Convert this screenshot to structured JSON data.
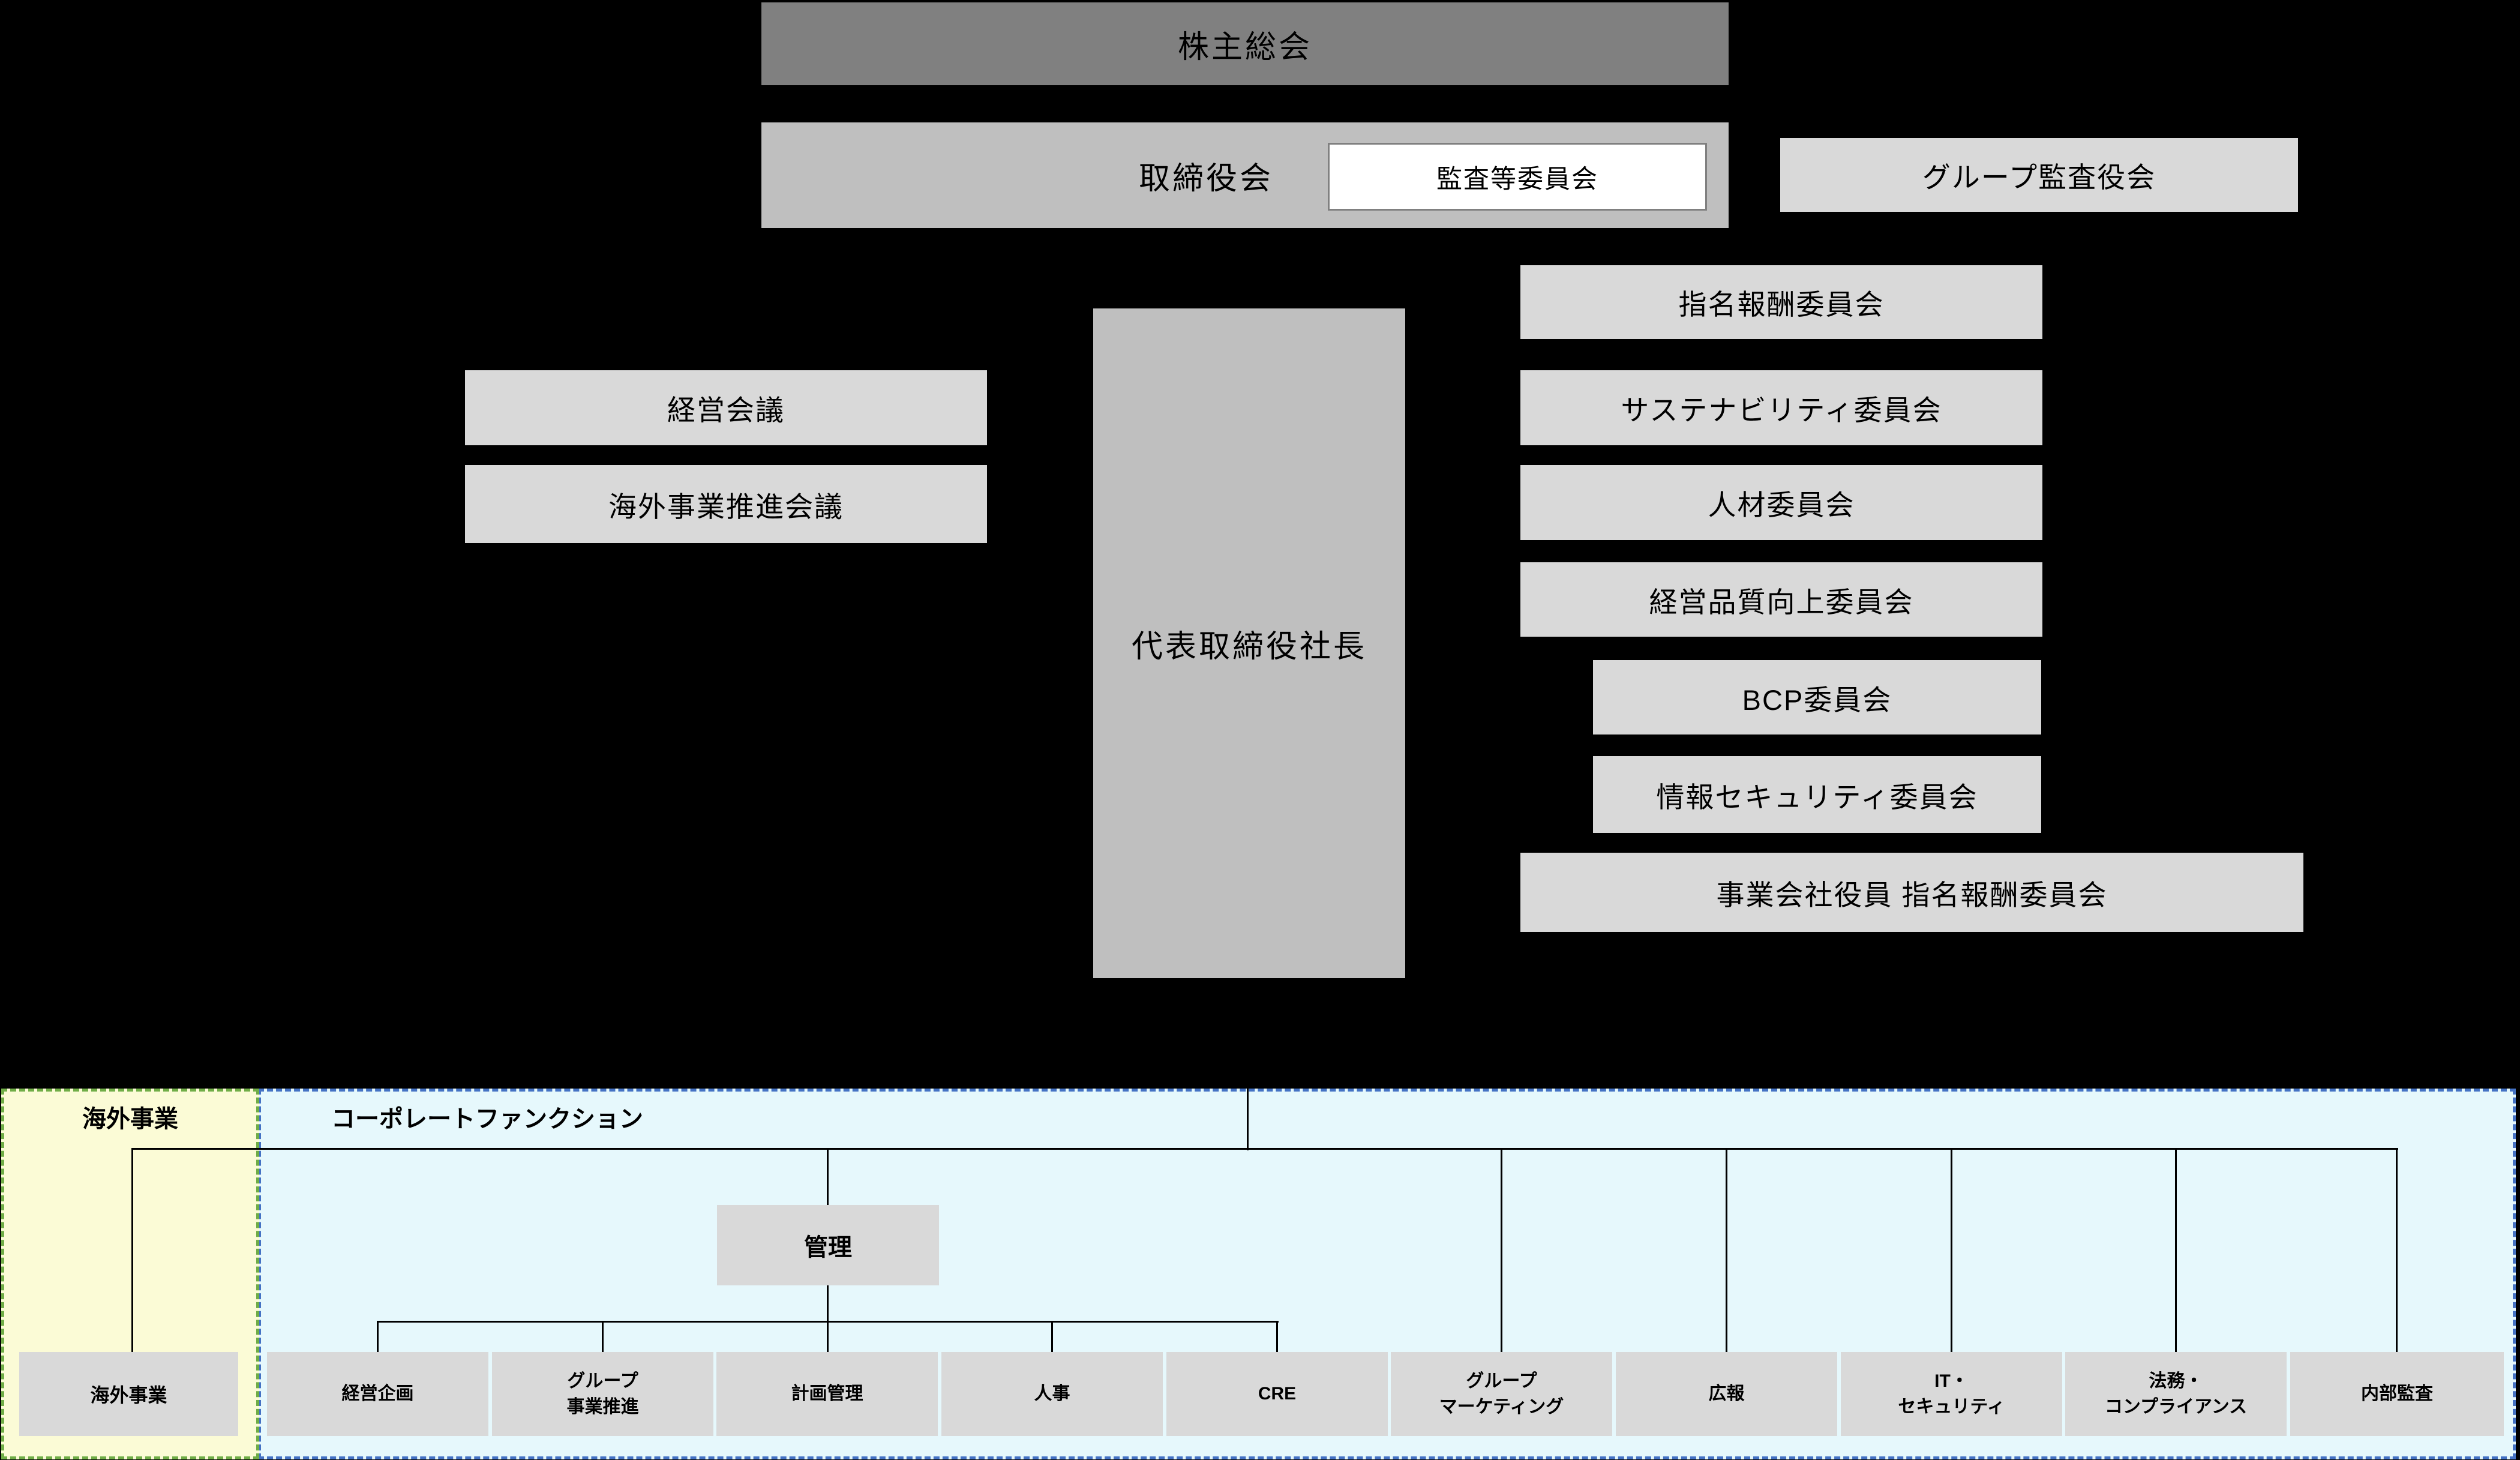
{
  "top": {
    "shareholders": "株主総会",
    "board": "取締役会",
    "audit_committee": "監査等委員会",
    "group_audit_board": "グループ監査役会"
  },
  "meetings": {
    "management_meeting": "経営会議",
    "overseas_promotion_meeting": "海外事業推進会議"
  },
  "president": "代表取締役社長",
  "committees": [
    "指名報酬委員会",
    "サステナビリティ委員会",
    "人材委員会",
    "経営品質向上委員会",
    "BCP委員会",
    "情報セキュリティ委員会",
    "事業会社役員 指名報酬委員会"
  ],
  "bottom": {
    "overseas_header": "海外事業",
    "corporate_header": "コーポレートファンクション",
    "management": "管理",
    "overseas_division": "海外事業",
    "departments": [
      "経営企画",
      "グループ\n事業推進",
      "計画管理",
      "人事",
      "CRE",
      "グループ\nマーケティング",
      "広報",
      "IT・\nセキュリティ",
      "法務・\nコンプライアンス",
      "内部監査"
    ]
  },
  "colors": {
    "background": "#000000",
    "box_dark_gray": "#808080",
    "box_mid_gray": "#bfbfbf",
    "box_light_gray": "#d9d9d9",
    "audit_box_bg": "#ffffff",
    "audit_box_border": "#808080",
    "overseas_panel_bg": "#fbfbd6",
    "overseas_panel_border": "#70ad47",
    "corporate_panel_bg": "#e6f8fc",
    "corporate_panel_border": "#4472c4",
    "connector": "#000000"
  }
}
